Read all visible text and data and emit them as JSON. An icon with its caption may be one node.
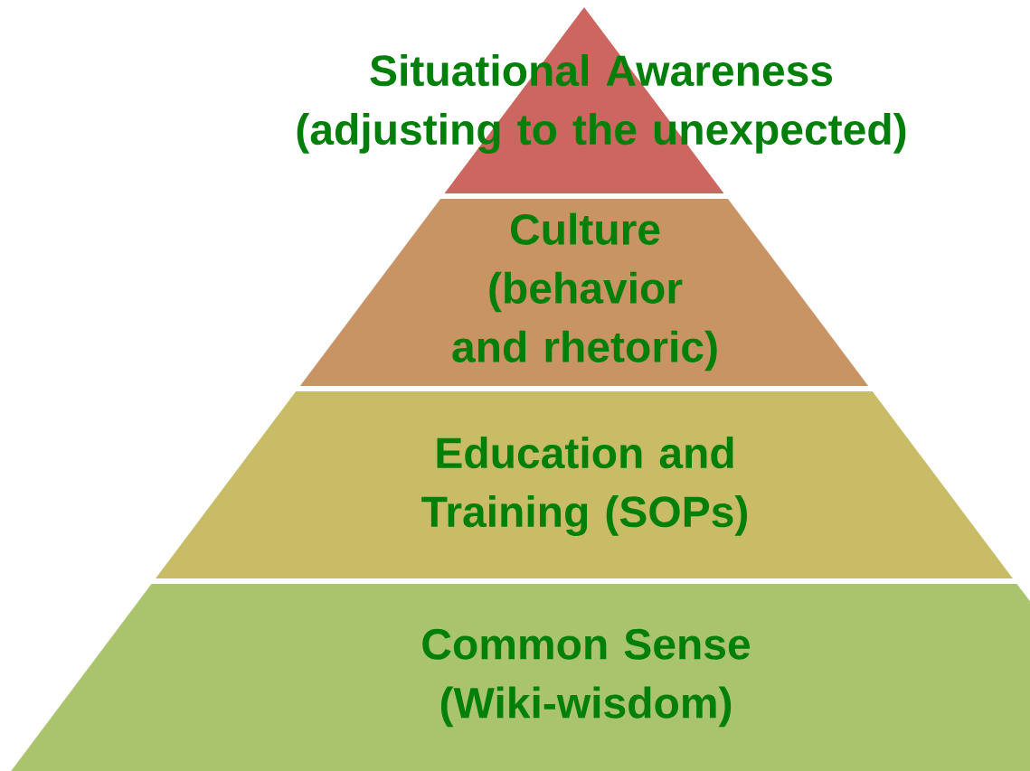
{
  "diagram": {
    "nodes": [
      {
        "text": [
          "Situational Awareness",
          "(adjusting to the unexpected)"
        ]
      },
      {
        "text": [
          "Culture",
          "(behavior and rhetoric)"
        ]
      },
      {
        "text": [
          "Education and Training (SOPs)"
        ]
      },
      {
        "text": [
          "Common Sense",
          "(Wiki-wisdom)"
        ]
      }
    ]
  }
}
